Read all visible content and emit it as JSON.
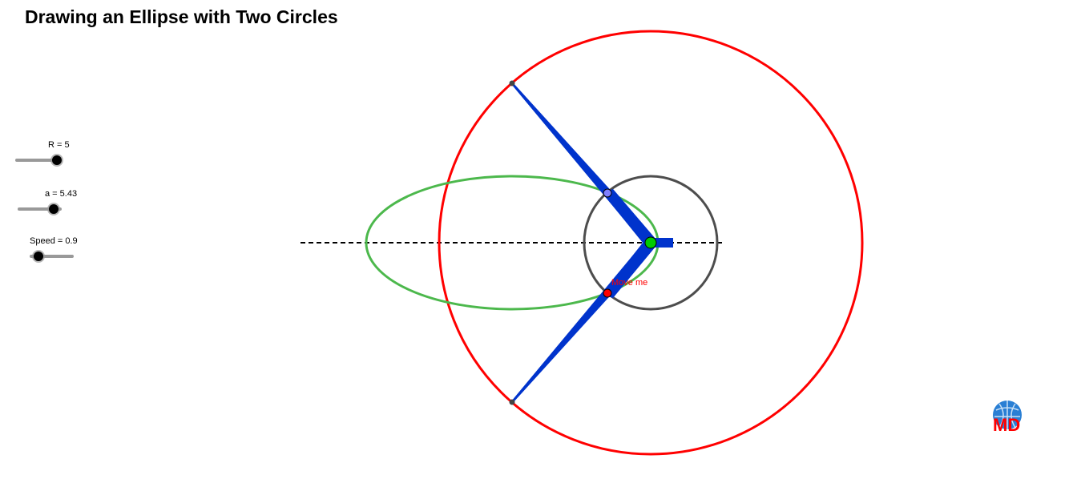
{
  "title": "Drawing an Ellipse with Two Circles",
  "sliders": [
    {
      "name": "R",
      "label": "R = 5",
      "value": 5
    },
    {
      "name": "a",
      "label": "a = 5.43",
      "value": 5.43
    },
    {
      "name": "Speed",
      "label": "Speed = 0.9",
      "value": 0.9
    }
  ],
  "point_label": "Move me",
  "logo_text": "MD",
  "colors": {
    "big_circle": "#ff0000",
    "small_circle": "#4d4d4d",
    "ellipse": "#4cb84c",
    "rods": "#0033cc",
    "move_point": "#ff0000",
    "center_point": "#00cc00",
    "slider_knob": "#000000"
  }
}
